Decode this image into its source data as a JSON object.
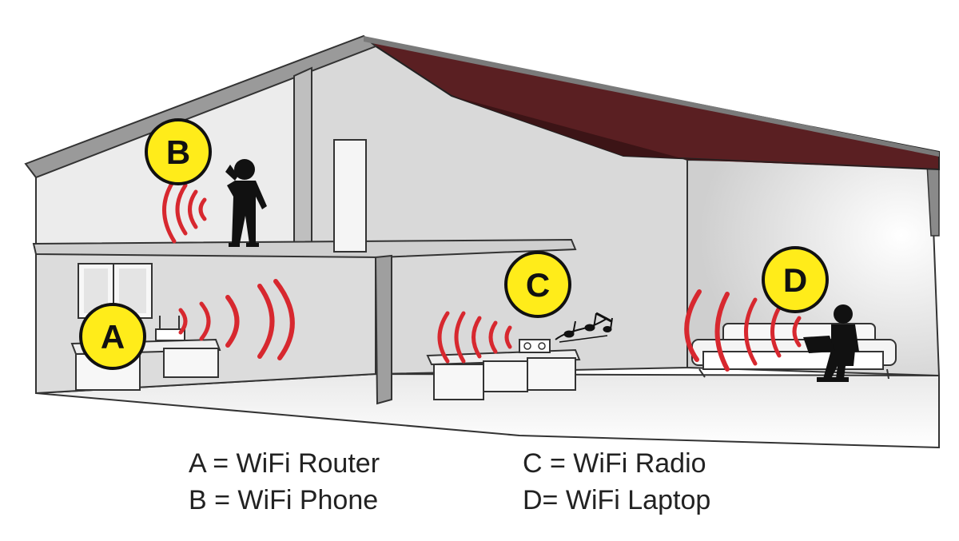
{
  "colors": {
    "roof": "#5a1f22",
    "wall_light": "#e6e6e6",
    "wall_mid": "#d2d2d2",
    "floor": "#f4f4f4",
    "signal": "#d7282f",
    "badge_fill": "#ffec1a",
    "silhouette": "#111111"
  },
  "badges": {
    "a": "A",
    "b": "B",
    "c": "C",
    "d": "D"
  },
  "legend": {
    "a": "A = WiFi Router",
    "b": "B = WiFi Phone",
    "c": "C = WiFi Radio",
    "d": "D= WiFi Laptop"
  },
  "icons": {
    "router": "router-icon",
    "phone_person": "person-on-phone-icon",
    "radio": "radio-icon",
    "music_notes": "music-notes-icon",
    "laptop_person": "person-with-laptop-icon",
    "sofa": "sofa-icon",
    "window": "window-icon",
    "wifi_waves": "wifi-signal-waves-icon"
  }
}
